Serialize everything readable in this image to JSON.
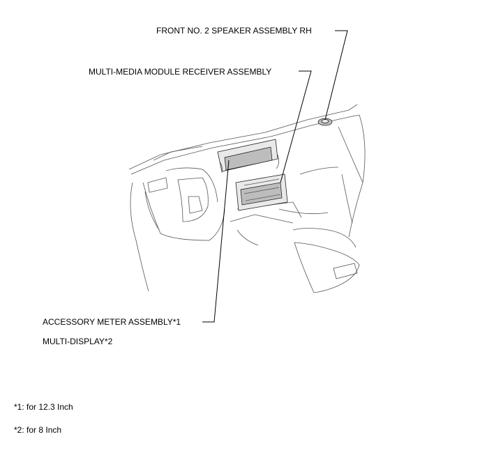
{
  "labels": {
    "speaker": "FRONT NO. 2 SPEAKER ASSEMBLY RH",
    "receiver": "MULTI-MEDIA MODULE RECEIVER ASSEMBLY",
    "meter": "ACCESSORY METER ASSEMBLY*1",
    "display": "MULTI-DISPLAY*2"
  },
  "footnotes": {
    "note1": "*1: for 12.3 Inch",
    "note2": "*2: for 8 Inch"
  }
}
